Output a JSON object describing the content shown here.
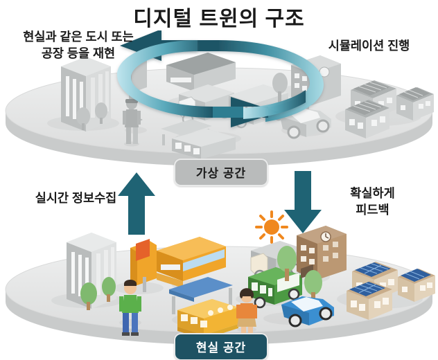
{
  "title": "디지털 트윈의 구조",
  "labels": {
    "reproduce": "현실과 같은 도시 또는\n공장 등을 재현",
    "simulation": "시뮬레이션 진행",
    "collect": "실시간 정보수집",
    "feedback": "확실하게\n피드백"
  },
  "badges": {
    "virtual": "가상 공간",
    "real": "현실 공간"
  },
  "colors": {
    "teal_dark": "#1e5263",
    "teal_arrow": "#1f6374",
    "teal_light": "#7fc7d4",
    "platform": "#e6e7e7",
    "platform_edge": "#c9cbcb",
    "virtual_grey": "#b9bcbc",
    "title_text": "#1a1a1a",
    "badge_virtual_bg": "#b9bbbb",
    "badge_real_bg": "#1e5263",
    "sun_orange": "#f0881e",
    "bus_green": "#4c9a43",
    "car_blue": "#3b8fd1",
    "tram_yellow": "#f2b434",
    "station_blue": "#5b8fc9",
    "building_orange": "#f0a52a",
    "school_tan": "#b38f6e",
    "tree_green": "#7fb96e",
    "solar_blue": "#2f5f9e"
  },
  "scenes": {
    "virtual": {
      "name": "가상 공간",
      "style": "monochrome-grey",
      "items": [
        "office-tower",
        "vr-person",
        "factory-machine",
        "warehouse",
        "delivery-truck",
        "bus",
        "tram-station",
        "school-building",
        "car",
        "solar-houses"
      ]
    },
    "real": {
      "name": "현실 공간",
      "style": "full-color",
      "items": [
        "office-tower",
        "trees",
        "orange-store",
        "delivery-truck",
        "person-man",
        "tram-station",
        "tram",
        "green-bus",
        "person-woman",
        "sun",
        "school-building",
        "blue-car",
        "solar-houses"
      ]
    }
  },
  "cycle": {
    "name": "bidirectional-cycle-arrow",
    "top_arrow_direction": "left",
    "bottom_arrow_direction": "right"
  },
  "flow_arrows": {
    "up": {
      "name": "real-to-virtual",
      "label_ref": "collect"
    },
    "down": {
      "name": "virtual-to-real",
      "label_ref": "feedback"
    }
  }
}
